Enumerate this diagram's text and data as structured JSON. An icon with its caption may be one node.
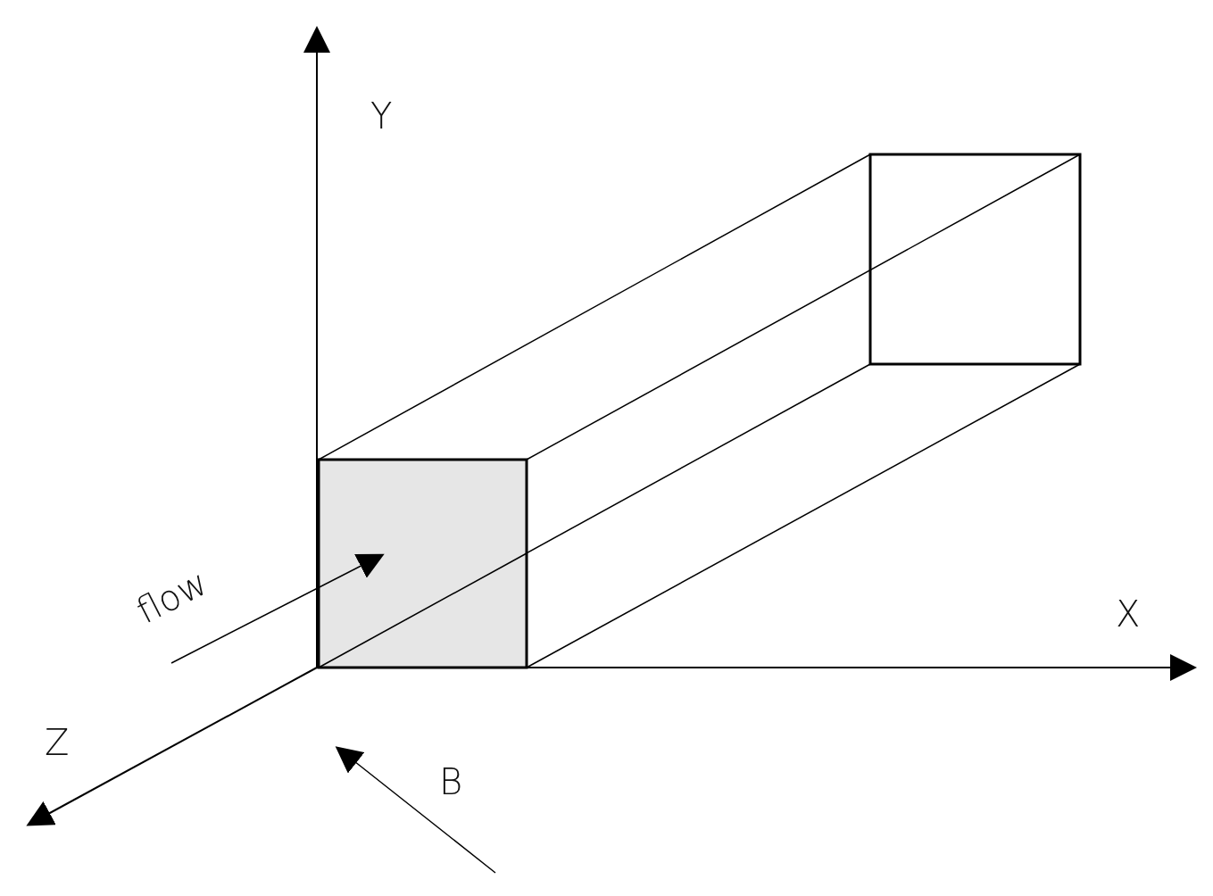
{
  "diagram": {
    "labels": [
      "Y",
      "X",
      "flow",
      "Z",
      "B"
    ]
  }
}
